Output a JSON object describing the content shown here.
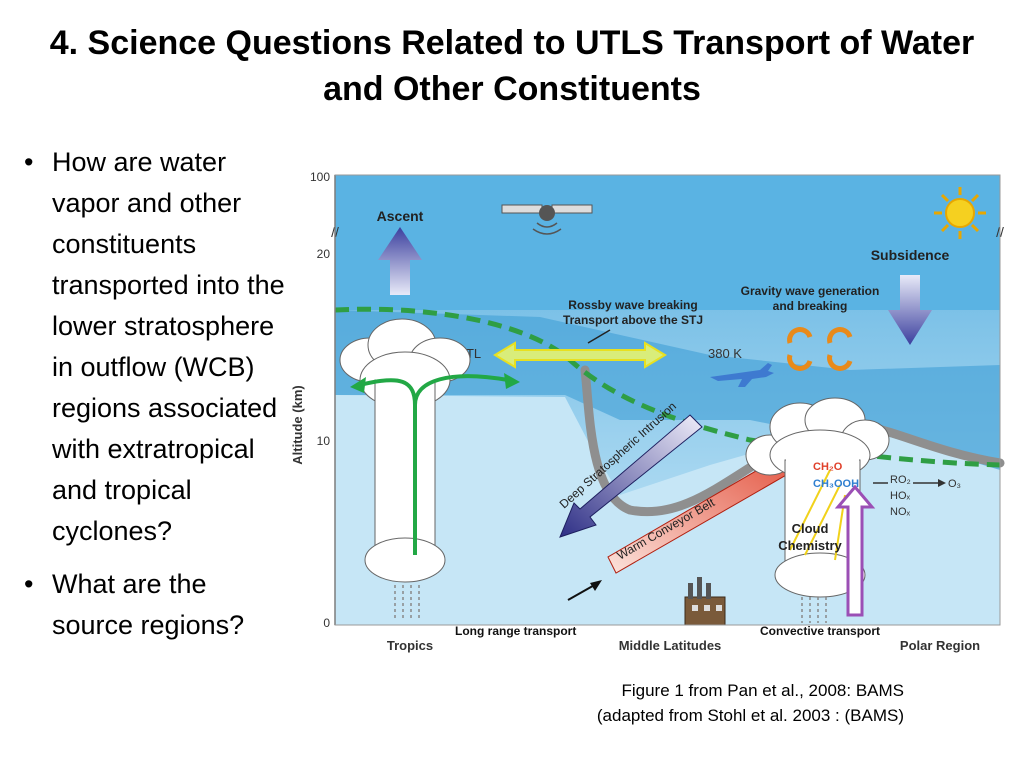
{
  "slide": {
    "title_line1": "4.  Science Questions Related to UTLS Transport of Water",
    "title_line2": "and Other Constituents",
    "bullets": [
      "How are water vapor and other constituents transported into the lower stratosphere in outflow (WCB) regions associated with extratropical and tropical cyclones?",
      "What are the source regions?"
    ],
    "caption_line1": "Figure 1 from Pan et al., 2008: BAMS",
    "caption_line2": "(adapted from Stohl et al. 2003 : (BAMS)"
  },
  "figure": {
    "y_axis_label": "Altitude (km)",
    "y_ticks": [
      "100",
      "20",
      "10",
      "0"
    ],
    "x_labels": [
      "Tropics",
      "Middle Latitudes",
      "Polar Region"
    ],
    "labels": {
      "ascent": "Ascent",
      "subsidence": "Subsidence",
      "rossby_1": "Rossby wave breaking",
      "rossby_2": "Transport above the STJ",
      "gravity_1": "Gravity wave generation",
      "gravity_2": "and breaking",
      "ttl": "TTL",
      "k380": "380 K",
      "dsi": "Deep Stratospheric Intrusion",
      "wcb": "Warm Conveyor Belt",
      "cloud_chem_1": "Cloud",
      "cloud_chem_2": "Chemistry",
      "ch2o": "CH₂O",
      "ch3ooh": "CH₃OOH",
      "ro2": "RO₂",
      "hox": "HOₓ",
      "nox": "NOₓ",
      "o3": "O₃",
      "long_range": "Long range transport",
      "convective": "Convective transport"
    },
    "colors": {
      "sky_dark": "#4aa3d9",
      "sky_light": "#bfe4f6",
      "tropopause": "#2f9e44",
      "warm_conveyor": "#e0402a",
      "intrusion": "#3b3f9e"
    }
  }
}
